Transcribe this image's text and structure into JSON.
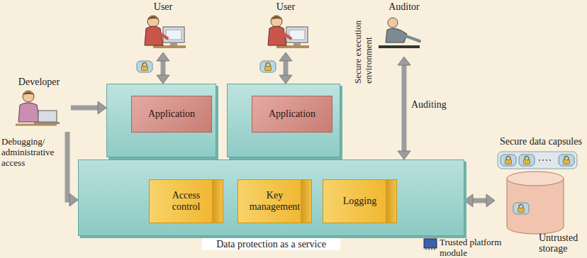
{
  "diagram": {
    "nodes": [
      {
        "text": [
          "User"
        ]
      },
      {
        "text": [
          "User"
        ]
      },
      {
        "text": [
          "Auditor"
        ]
      },
      {
        "text": [
          "Developer"
        ]
      },
      {
        "text": [
          "Application"
        ]
      },
      {
        "text": [
          "Application"
        ]
      },
      {
        "text": [
          "Data protection as a service"
        ]
      },
      {
        "text": [
          "Access control"
        ],
        "in": 6
      },
      {
        "text": [
          "Key management"
        ],
        "in": 6
      },
      {
        "text": [
          "Logging"
        ],
        "in": 6
      },
      {
        "text": [
          "Secure data capsules",
          "Untrusted storage"
        ]
      }
    ],
    "edges": [
      {
        "from": 0,
        "to": 4,
        "arrow": "both"
      },
      {
        "from": 1,
        "to": 5,
        "arrow": "both"
      },
      {
        "from": 2,
        "to": 6,
        "label": "Auditing",
        "arrow": "both"
      },
      {
        "from": 3,
        "to": 4,
        "arrow": "to"
      },
      {
        "from": 3,
        "to": 6,
        "label": "Debugging/ administrative access",
        "arrow": "to"
      },
      {
        "from": 6,
        "to": 10,
        "arrow": "both"
      }
    ],
    "labels": [
      "Secure execution environment",
      "Trusted platform module"
    ]
  }
}
